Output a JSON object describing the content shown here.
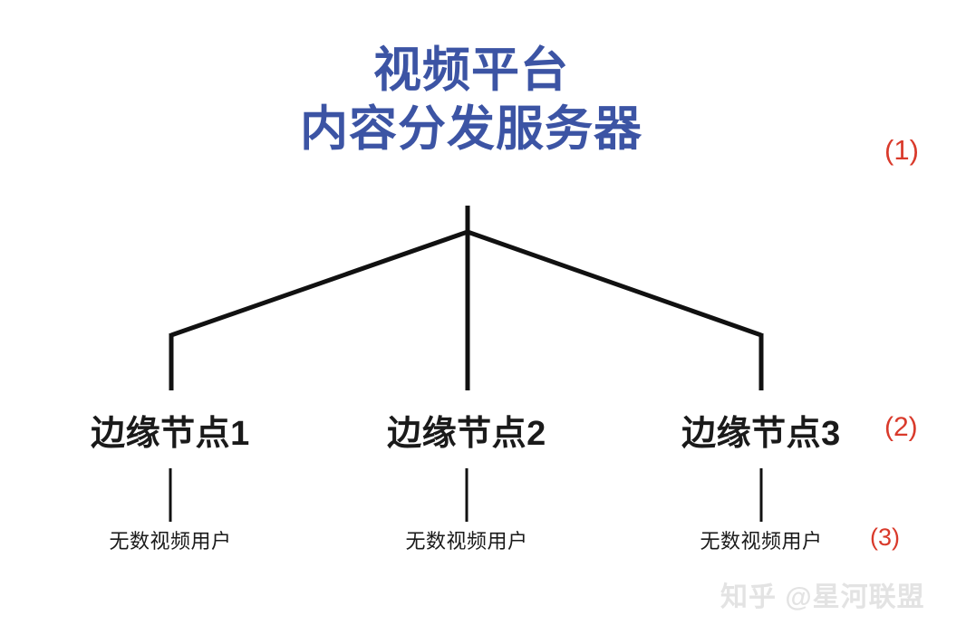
{
  "diagram": {
    "title": {
      "line1": "视频平台",
      "line2": "内容分发服务器",
      "color": "#3c54a4"
    },
    "levels": [
      {
        "level": 1,
        "marker": "(1)",
        "nodes": [
          {
            "label": "视频平台内容分发服务器"
          }
        ]
      },
      {
        "level": 2,
        "marker": "(2)",
        "nodes": [
          {
            "label": "边缘节点1"
          },
          {
            "label": "边缘节点2"
          },
          {
            "label": "边缘节点3"
          }
        ]
      },
      {
        "level": 3,
        "marker": "(3)",
        "nodes": [
          {
            "label": "无数视频用户"
          },
          {
            "label": "无数视频用户"
          },
          {
            "label": "无数视频用户"
          }
        ]
      }
    ],
    "marker_color": "#d93a2b",
    "line_color": "#111111",
    "background_color": "#ffffff"
  },
  "watermark": {
    "text": "知乎 @星河联盟",
    "color": "#e3e3e3"
  }
}
